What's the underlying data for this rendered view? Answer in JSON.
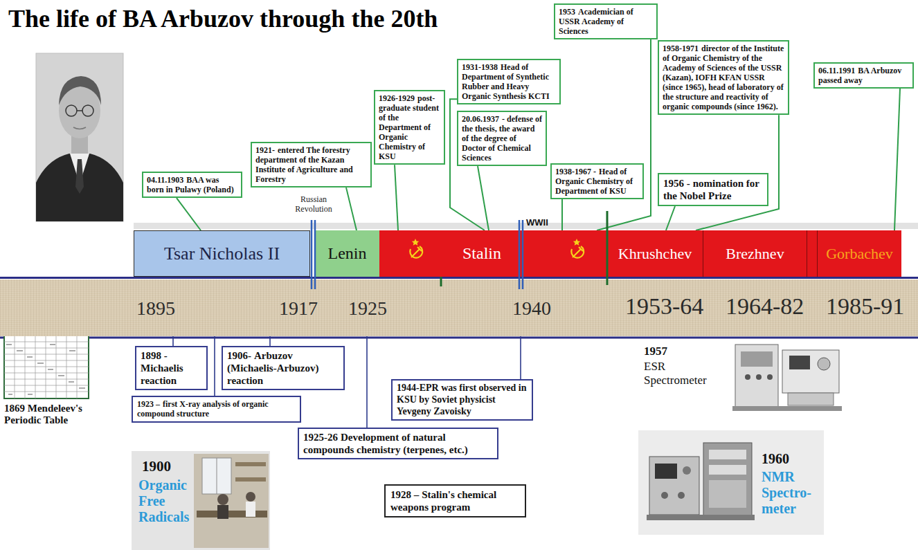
{
  "diagram": {
    "title": "The life of BA Arbuzov through the 20th",
    "nodes": [
      {
        "text": [
          "04.11.1903",
          "BAA was born in Pulawy (Poland)"
        ]
      },
      {
        "text": [
          "1921-",
          "entered The forestry department of the Kazan Institute of Agriculture and Forestry"
        ]
      },
      {
        "text": [
          "1926-1929",
          "post-graduate student of the Department of Organic Chemistry of KSU"
        ]
      },
      {
        "text": [
          "1931-1938",
          "Head of Department of Synthetic Rubber and Heavy Organic Synthesis KCTI"
        ]
      },
      {
        "text": [
          "1953",
          "Academician of USSR Academy of Sciences"
        ]
      },
      {
        "text": [
          "20.06.1937",
          "- defense of the thesis, the award of the degree of Doctor of Chemical Sciences"
        ]
      },
      {
        "text": [
          "1938-1967 -",
          "Head of Organic Chemistry of Department of KSU"
        ]
      },
      {
        "text": [
          "1958-1971",
          "director of the Institute of Organic Chemistry of the Academy of Sciences of the USSR (Kazan), IOFH KFAN USSR (since 1965), head of laboratory of the structure and reactivity of organic compounds (since 1962)."
        ]
      },
      {
        "text": [
          "1956 -",
          "nomination for the Nobel Prize"
        ]
      },
      {
        "text": [
          "06.11.1991",
          "BA Arbuzov passed away"
        ]
      },
      {
        "text": [
          "Tsar Nicholas II"
        ]
      },
      {
        "text": [
          "Lenin"
        ]
      },
      {
        "text": [
          "Stalin"
        ]
      },
      {
        "text": [
          "Khrushchev"
        ]
      },
      {
        "text": [
          "Brezhnev"
        ]
      },
      {
        "text": [
          "Gorbachev"
        ]
      },
      {
        "text": [
          "1895",
          "1917",
          "1925",
          "1940",
          "1953-64",
          "1964-82",
          "1985-91"
        ]
      },
      {
        "text": [
          "1898 -",
          "Michaelis reaction"
        ]
      },
      {
        "text": [
          "1906-",
          "Arbuzov (Michaelis-Arbuzov) reaction"
        ]
      },
      {
        "text": [
          "1923 –",
          "first X-ray analysis of organic compound structure"
        ]
      },
      {
        "text": [
          "1925-26",
          "Development of natural compounds chemistry (terpenes, etc.)"
        ]
      },
      {
        "text": [
          "1944-",
          "EPR was first observed in KSU by Soviet physicist Yevgeny Zavoisky"
        ]
      },
      {
        "text": [
          "1928 –",
          "Stalin's chemical weapons program"
        ]
      }
    ],
    "edges": [
      {
        "from": 0,
        "to": 10,
        "arrow": "none"
      },
      {
        "from": 1,
        "to": 11,
        "arrow": "none"
      },
      {
        "from": 2,
        "to": 12,
        "arrow": "none"
      },
      {
        "from": 3,
        "to": 12,
        "arrow": "none"
      },
      {
        "from": 5,
        "to": 12,
        "arrow": "none"
      },
      {
        "from": 6,
        "to": 12,
        "arrow": "none"
      },
      {
        "from": 4,
        "to": 12,
        "arrow": "none"
      },
      {
        "from": 7,
        "to": 13,
        "arrow": "none"
      },
      {
        "from": 8,
        "to": 13,
        "arrow": "none"
      },
      {
        "from": 9,
        "to": 15,
        "arrow": "none"
      },
      {
        "from": 17,
        "to": 16,
        "arrow": "none"
      },
      {
        "from": 18,
        "to": 16,
        "arrow": "none"
      },
      {
        "from": 19,
        "to": 16,
        "arrow": "none"
      },
      {
        "from": 20,
        "to": 16,
        "arrow": "none"
      },
      {
        "from": 21,
        "to": 16,
        "arrow": "none"
      }
    ],
    "labels": [
      "Russian Revolution",
      "WWII",
      "1869 Mendeleev's Periodic Table",
      "1900",
      "Organic Free Radicals",
      "1957",
      "ESR Spectrometer",
      "1960",
      "NMR Spectro-meter"
    ]
  }
}
